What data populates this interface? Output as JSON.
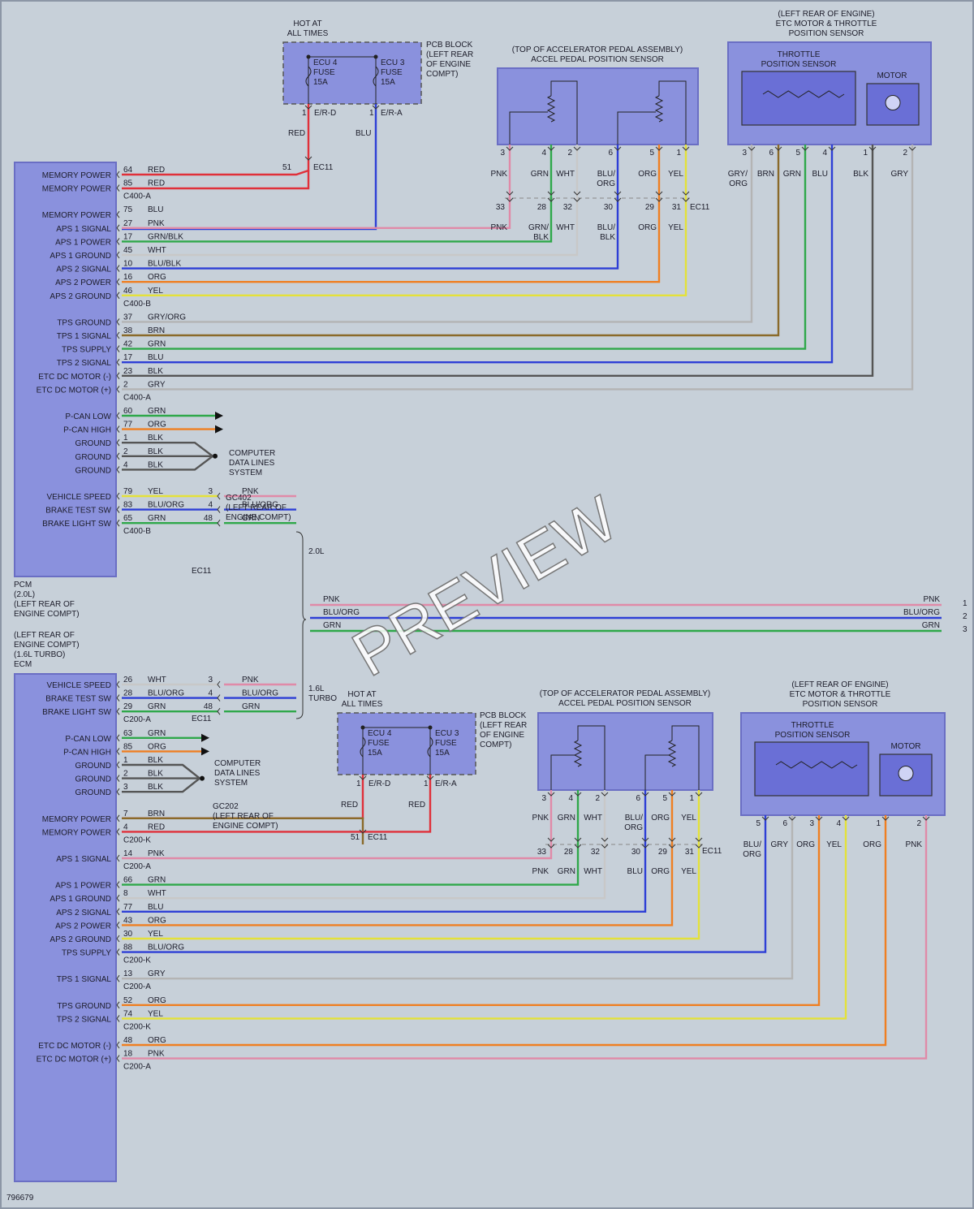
{
  "diagram_id": "796679",
  "watermark": "PREVIEW",
  "colors": {
    "RED": "#e0303a",
    "BLU": "#2e3fd6",
    "PNK": "#e08aa8",
    "GRN": "#2fa84a",
    "WHT": "#c8c8c8",
    "BLK": "#555555",
    "ORG": "#ef7f22",
    "YEL": "#e4e13a",
    "BRN": "#8a6a2a",
    "GRY": "#b4b4b4",
    "GRY/ORG": "#b4b4b4",
    "GRN/BLK": "#2fa84a",
    "BLU/BLK": "#2e3fd6",
    "BLU/ORG": "#2e3fd6"
  },
  "pcm_2l": {
    "label": [
      "PCM",
      "(2.0L)",
      "(LEFT REAR OF",
      "ENGINE COMPT)"
    ],
    "rows": [
      {
        "name": "MEMORY POWER",
        "pin": "64",
        "color": "RED"
      },
      {
        "name": "MEMORY POWER",
        "pin": "85",
        "color": "RED",
        "conn": "C400-A"
      },
      {
        "name": "MEMORY POWER",
        "pin": "75",
        "color": "BLU",
        "gap": true
      },
      {
        "name": "APS 1 SIGNAL",
        "pin": "27",
        "color": "PNK"
      },
      {
        "name": "APS 1 POWER",
        "pin": "17",
        "color": "GRN/BLK"
      },
      {
        "name": "APS 1 GROUND",
        "pin": "45",
        "color": "WHT"
      },
      {
        "name": "APS 2 SIGNAL",
        "pin": "10",
        "color": "BLU/BLK"
      },
      {
        "name": "APS 2 POWER",
        "pin": "16",
        "color": "ORG"
      },
      {
        "name": "APS 2 GROUND",
        "pin": "46",
        "color": "YEL",
        "conn": "C400-B"
      },
      {
        "name": "TPS GROUND",
        "pin": "37",
        "color": "GRY/ORG",
        "gap": true
      },
      {
        "name": "TPS 1 SIGNAL",
        "pin": "38",
        "color": "BRN"
      },
      {
        "name": "TPS SUPPLY",
        "pin": "42",
        "color": "GRN"
      },
      {
        "name": "TPS 2 SIGNAL",
        "pin": "17",
        "color": "BLU"
      },
      {
        "name": "ETC DC MOTOR (-)",
        "pin": "23",
        "color": "BLK"
      },
      {
        "name": "ETC DC MOTOR (+)",
        "pin": "2",
        "color": "GRY",
        "conn": "C400-A"
      },
      {
        "name": "P-CAN LOW",
        "pin": "60",
        "color": "GRN",
        "gap": true
      },
      {
        "name": "P-CAN HIGH",
        "pin": "77",
        "color": "ORG"
      },
      {
        "name": "GROUND",
        "pin": "1",
        "color": "BLK"
      },
      {
        "name": "GROUND",
        "pin": "2",
        "color": "BLK"
      },
      {
        "name": "GROUND",
        "pin": "4",
        "color": "BLK"
      },
      {
        "name": "VEHICLE SPEED",
        "pin": "79",
        "color": "YEL",
        "gap": true
      },
      {
        "name": "BRAKE TEST SW",
        "pin": "83",
        "color": "BLU/ORG"
      },
      {
        "name": "BRAKE LIGHT SW",
        "pin": "65",
        "color": "GRN",
        "conn": "C400-B"
      }
    ],
    "data_lines": [
      "COMPUTER",
      "DATA LINES",
      "SYSTEM"
    ],
    "ground_point": [
      "GC402",
      "(LEFT REAR OF",
      "ENGINE COMPT)"
    ],
    "engine_label": "2.0L",
    "ec11_label": "EC11",
    "junction_rows": [
      {
        "pin": "3",
        "color": "PNK"
      },
      {
        "pin": "4",
        "color": "BLU/ORG"
      },
      {
        "pin": "48",
        "color": "GRN"
      }
    ]
  },
  "pcm_16": {
    "label": [
      "(LEFT REAR OF",
      "ENGINE COMPT)",
      "(1.6L TURBO)",
      "ECM"
    ],
    "rows": [
      {
        "name": "VEHICLE SPEED",
        "pin": "26",
        "color": "WHT"
      },
      {
        "name": "BRAKE TEST SW",
        "pin": "28",
        "color": "BLU/ORG"
      },
      {
        "name": "BRAKE LIGHT SW",
        "pin": "29",
        "color": "GRN",
        "conn": "C200-A"
      },
      {
        "name": "P-CAN LOW",
        "pin": "63",
        "color": "GRN",
        "gap": true
      },
      {
        "name": "P-CAN HIGH",
        "pin": "85",
        "color": "ORG"
      },
      {
        "name": "GROUND",
        "pin": "1",
        "color": "BLK"
      },
      {
        "name": "GROUND",
        "pin": "2",
        "color": "BLK"
      },
      {
        "name": "GROUND",
        "pin": "3",
        "color": "BLK"
      },
      {
        "name": "MEMORY POWER",
        "pin": "7",
        "color": "BRN",
        "gap": true
      },
      {
        "name": "MEMORY POWER",
        "pin": "4",
        "color": "RED",
        "conn": "C200-K"
      },
      {
        "name": "APS 1 SIGNAL",
        "pin": "14",
        "color": "PNK",
        "gap": true,
        "conn": "C200-A"
      },
      {
        "name": "APS 1 POWER",
        "pin": "66",
        "color": "GRN",
        "gap": true
      },
      {
        "name": "APS 1 GROUND",
        "pin": "8",
        "color": "WHT"
      },
      {
        "name": "APS 2 SIGNAL",
        "pin": "77",
        "color": "BLU"
      },
      {
        "name": "APS 2 POWER",
        "pin": "43",
        "color": "ORG"
      },
      {
        "name": "APS 2 GROUND",
        "pin": "30",
        "color": "YEL"
      },
      {
        "name": "TPS SUPPLY",
        "pin": "88",
        "color": "BLU/ORG",
        "conn": "C200-K"
      },
      {
        "name": "TPS 1 SIGNAL",
        "pin": "13",
        "color": "GRY",
        "gap": true,
        "conn": "C200-A"
      },
      {
        "name": "TPS GROUND",
        "pin": "52",
        "color": "ORG",
        "gap": true
      },
      {
        "name": "TPS 2 SIGNAL",
        "pin": "74",
        "color": "YEL",
        "conn": "C200-K"
      },
      {
        "name": "ETC DC MOTOR (-)",
        "pin": "48",
        "color": "ORG",
        "gap": true
      },
      {
        "name": "ETC DC MOTOR (+)",
        "pin": "18",
        "color": "PNK",
        "conn": "C200-A"
      }
    ],
    "data_lines": [
      "COMPUTER",
      "DATA LINES",
      "SYSTEM"
    ],
    "ground_point": [
      "GC202",
      "(LEFT REAR OF",
      "ENGINE COMPT)"
    ],
    "engine_label": [
      "1.6L",
      "TURBO"
    ],
    "ec11_label": "EC11",
    "junction_rows": [
      {
        "pin": "3",
        "color": "PNK"
      },
      {
        "pin": "4",
        "color": "BLU/ORG"
      },
      {
        "pin": "48",
        "color": "GRN"
      }
    ]
  },
  "bus": [
    {
      "color": "PNK",
      "num": "1"
    },
    {
      "color": "BLU/ORG",
      "num": "2"
    },
    {
      "color": "GRN",
      "num": "3"
    }
  ],
  "fuse_top": {
    "hot": [
      "HOT AT",
      "ALL TIMES"
    ],
    "pcb": [
      "PCB BLOCK",
      "(LEFT REAR",
      "OF ENGINE",
      "COMPT)"
    ],
    "fuses": [
      {
        "name": [
          "ECU 4",
          "FUSE",
          "15A"
        ],
        "pin": "1",
        "term": "E/R-D",
        "color": "RED"
      },
      {
        "name": [
          "ECU 3",
          "FUSE",
          "15A"
        ],
        "pin": "1",
        "term": "E/R-A",
        "color": "BLU"
      }
    ],
    "ec11_pin": "51",
    "ec11_label": "EC11"
  },
  "fuse_bot": {
    "hot": [
      "HOT AT",
      "ALL TIMES"
    ],
    "pcb": [
      "PCB BLOCK",
      "(LEFT REAR",
      "OF ENGINE",
      "COMPT)"
    ],
    "fuses": [
      {
        "name": [
          "ECU 4",
          "FUSE",
          "15A"
        ],
        "pin": "1",
        "term": "E/R-D",
        "color": "RED"
      },
      {
        "name": [
          "ECU 3",
          "FUSE",
          "15A"
        ],
        "pin": "1",
        "term": "E/R-A",
        "color": "RED"
      }
    ],
    "ec11_pin": "51",
    "ec11_label": "EC11"
  },
  "aps_top": {
    "title": [
      "(TOP OF ACCELERATOR PEDAL ASSEMBLY)",
      "ACCEL PEDAL POSITION SENSOR"
    ],
    "pins": [
      {
        "pin": "3",
        "color": "PNK",
        "upper": [
          "PNK"
        ],
        "jpin": "33",
        "lower": [
          "PNK"
        ]
      },
      {
        "pin": "4",
        "color": "GRN",
        "upper": [
          "GRN"
        ],
        "jpin": "28",
        "lower": [
          "GRN/",
          "BLK"
        ]
      },
      {
        "pin": "2",
        "color": "WHT",
        "upper": [
          "WHT"
        ],
        "jpin": "32",
        "lower": [
          "WHT"
        ]
      },
      {
        "pin": "6",
        "color": "BLU",
        "upper": [
          "BLU/",
          "ORG"
        ],
        "jpin": "30",
        "lower": [
          "BLU/",
          "BLK"
        ]
      },
      {
        "pin": "5",
        "color": "ORG",
        "upper": [
          "ORG"
        ],
        "jpin": "29",
        "lower": [
          "ORG"
        ]
      },
      {
        "pin": "1",
        "color": "YEL",
        "upper": [
          "YEL"
        ],
        "jpin": "31",
        "lower": [
          "YEL"
        ]
      }
    ],
    "junction_label": "EC11"
  },
  "aps_bot": {
    "title": [
      "(TOP OF ACCELERATOR PEDAL ASSEMBLY)",
      "ACCEL PEDAL POSITION SENSOR"
    ],
    "pins": [
      {
        "pin": "3",
        "color": "PNK",
        "upper": [
          "PNK"
        ],
        "jpin": "33",
        "lower": [
          "PNK"
        ]
      },
      {
        "pin": "4",
        "color": "GRN",
        "upper": [
          "GRN"
        ],
        "jpin": "28",
        "lower": [
          "GRN"
        ]
      },
      {
        "pin": "2",
        "color": "WHT",
        "upper": [
          "WHT"
        ],
        "jpin": "32",
        "lower": [
          "WHT"
        ]
      },
      {
        "pin": "6",
        "color": "BLU",
        "upper": [
          "BLU/",
          "ORG"
        ],
        "jpin": "30",
        "lower": [
          "BLU"
        ]
      },
      {
        "pin": "5",
        "color": "ORG",
        "upper": [
          "ORG"
        ],
        "jpin": "29",
        "lower": [
          "ORG"
        ]
      },
      {
        "pin": "1",
        "color": "YEL",
        "upper": [
          "YEL"
        ],
        "jpin": "31",
        "lower": [
          "YEL"
        ]
      }
    ],
    "junction_label": "EC11"
  },
  "etc_top": {
    "title": [
      "(LEFT REAR OF ENGINE)",
      "ETC MOTOR & THROTTLE",
      "POSITION SENSOR"
    ],
    "tps_label": [
      "THROTTLE",
      "POSITION SENSOR"
    ],
    "motor_label": "MOTOR",
    "pins": [
      {
        "pin": "3",
        "color": "GRY",
        "label": [
          "GRY/",
          "ORG"
        ]
      },
      {
        "pin": "6",
        "color": "BRN",
        "label": [
          "BRN"
        ]
      },
      {
        "pin": "5",
        "color": "GRN",
        "label": [
          "GRN"
        ]
      },
      {
        "pin": "4",
        "color": "BLU",
        "label": [
          "BLU"
        ]
      },
      {
        "pin": "1",
        "color": "BLK",
        "label": [
          "BLK"
        ]
      },
      {
        "pin": "2",
        "color": "GRY",
        "label": [
          "GRY"
        ]
      }
    ]
  },
  "etc_bot": {
    "title": [
      "(LEFT REAR OF ENGINE)",
      "ETC MOTOR & THROTTLE",
      "POSITION SENSOR"
    ],
    "tps_label": [
      "THROTTLE",
      "POSITION SENSOR"
    ],
    "motor_label": "MOTOR",
    "pins": [
      {
        "pin": "5",
        "color": "BLU",
        "label": [
          "BLU/",
          "ORG"
        ]
      },
      {
        "pin": "6",
        "color": "GRY",
        "label": [
          "GRY"
        ]
      },
      {
        "pin": "3",
        "color": "ORG",
        "label": [
          "ORG"
        ]
      },
      {
        "pin": "4",
        "color": "YEL",
        "label": [
          "YEL"
        ]
      },
      {
        "pin": "1",
        "color": "ORG",
        "label": [
          "ORG"
        ]
      },
      {
        "pin": "2",
        "color": "PNK",
        "label": [
          "PNK"
        ]
      }
    ]
  }
}
